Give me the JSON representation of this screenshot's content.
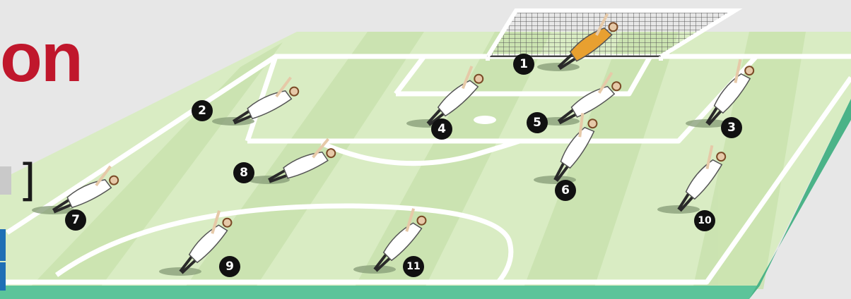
{
  "header": {
    "title_fragment": "on",
    "bracket": "]"
  },
  "colors": {
    "background": "#e7e7e7",
    "pitch_light": "#d9ecc3",
    "pitch_stripe": "#c8e2ad",
    "pitch_edge": "#5cc49a",
    "lines": "#ffffff",
    "title_red": "#c0172c",
    "accent_blue": "#1f6fb5",
    "keeper": "#e8a030",
    "outfield": "#ffffff"
  },
  "players": [
    {
      "number": "1",
      "role": "goalkeeper"
    },
    {
      "number": "2",
      "role": "outfield"
    },
    {
      "number": "3",
      "role": "outfield"
    },
    {
      "number": "4",
      "role": "outfield"
    },
    {
      "number": "5",
      "role": "outfield"
    },
    {
      "number": "6",
      "role": "outfield"
    },
    {
      "number": "7",
      "role": "outfield"
    },
    {
      "number": "8",
      "role": "outfield"
    },
    {
      "number": "9",
      "role": "outfield"
    },
    {
      "number": "10",
      "role": "outfield"
    },
    {
      "number": "11",
      "role": "outfield"
    }
  ]
}
